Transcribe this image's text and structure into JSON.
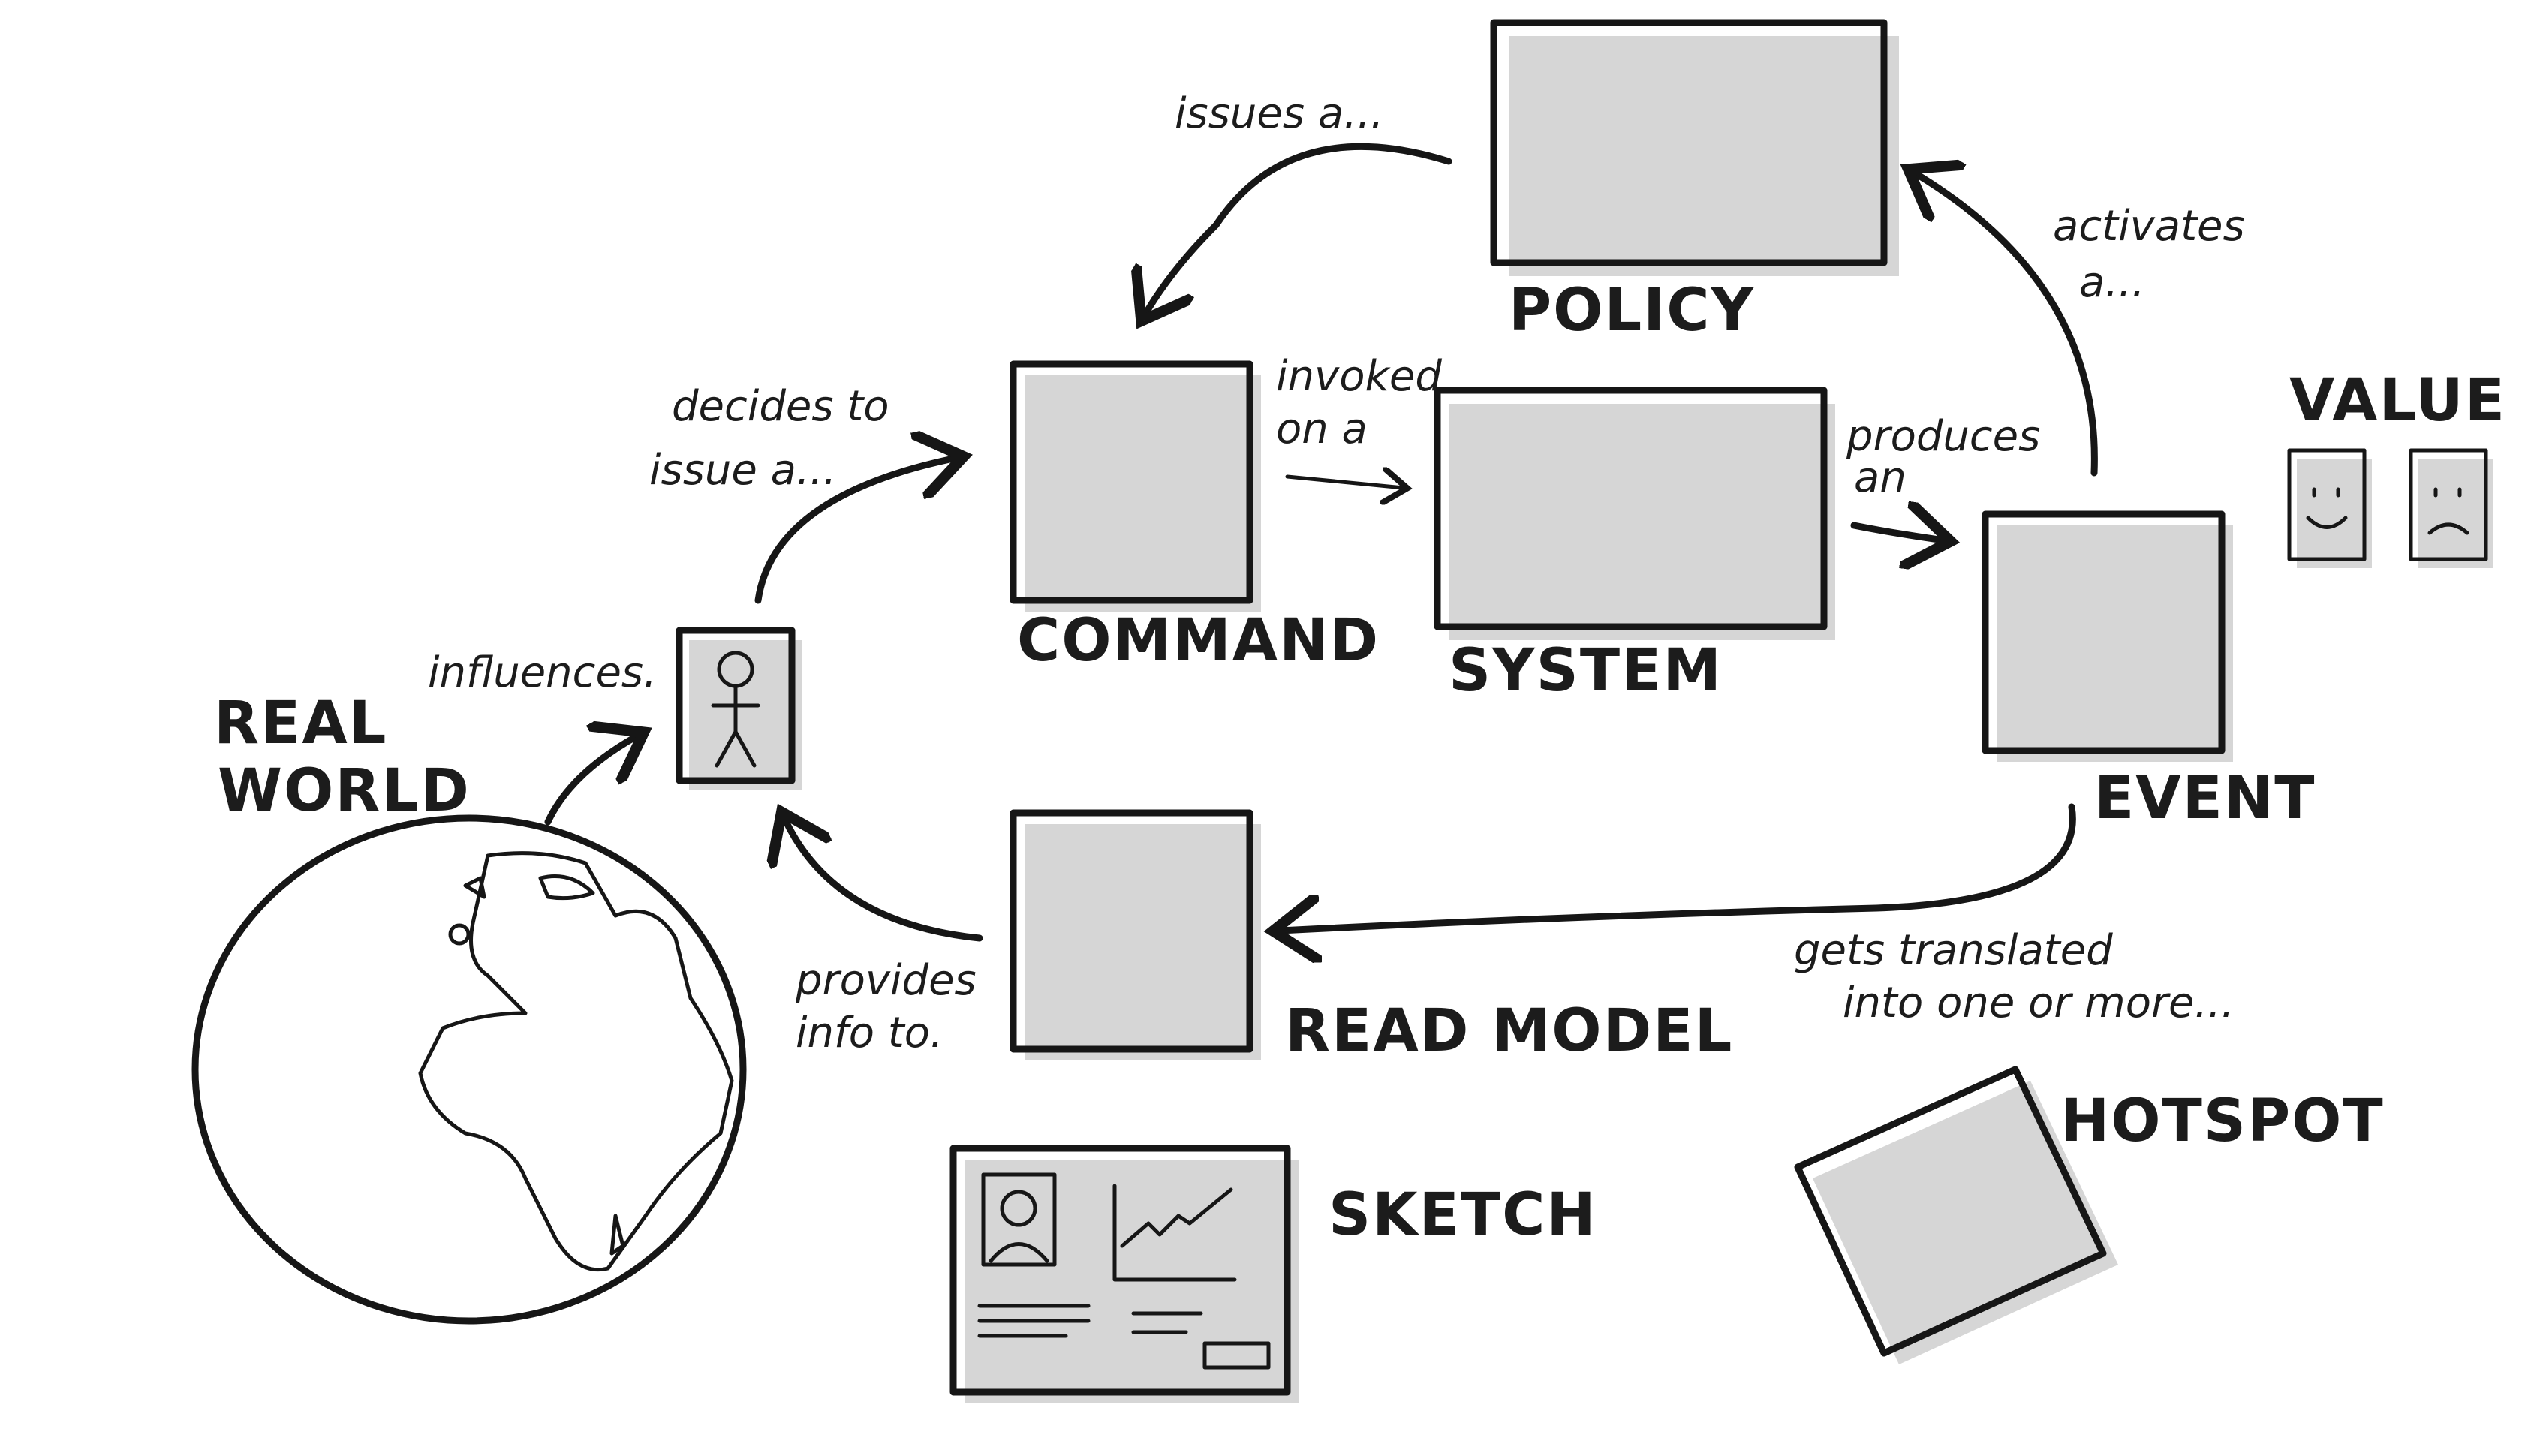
{
  "colors": {
    "policy": "#dbbdf2",
    "command": "#4aa0ec",
    "system": "#f3d3ea",
    "event": "#ee8a3e",
    "read_model": "#bcd95a",
    "actor": "#fbea4a",
    "value_good": "#b5d954",
    "value_bad": "#c84aa8",
    "hotspot": "#c94aa6",
    "ocean": "#7cc8ec",
    "land": "#dba468",
    "ink": "#161616",
    "shadow": "#d6d6d6"
  },
  "labels": {
    "policy": "POLICY",
    "command": "COMMAND",
    "system": "SYSTEM",
    "event": "EVENT",
    "read_model": "READ MODEL",
    "value": "VALUE",
    "hotspot": "HOTSPOT",
    "sketch": "SKETCH",
    "real_world_1": "REAL",
    "real_world_2": "WORLD"
  },
  "annotations": {
    "issues": "issues a...",
    "activates_1": "activates",
    "activates_2": "a...",
    "decides_1": "decides to",
    "decides_2": "issue a...",
    "invoked_1": "invoked",
    "invoked_2": "on a",
    "produces_1": "produces",
    "produces_2": "an",
    "influences": "influences.",
    "provides_1": "provides",
    "provides_2": "info to.",
    "translated_1": "gets translated",
    "translated_2": "into one or more..."
  },
  "icons": {
    "actor": "stick-figure-icon",
    "happy": "happy-face-icon",
    "sad": "sad-face-icon",
    "globe": "earth-globe-icon",
    "sketch_photo": "portrait-icon",
    "sketch_chart": "line-chart-icon"
  }
}
